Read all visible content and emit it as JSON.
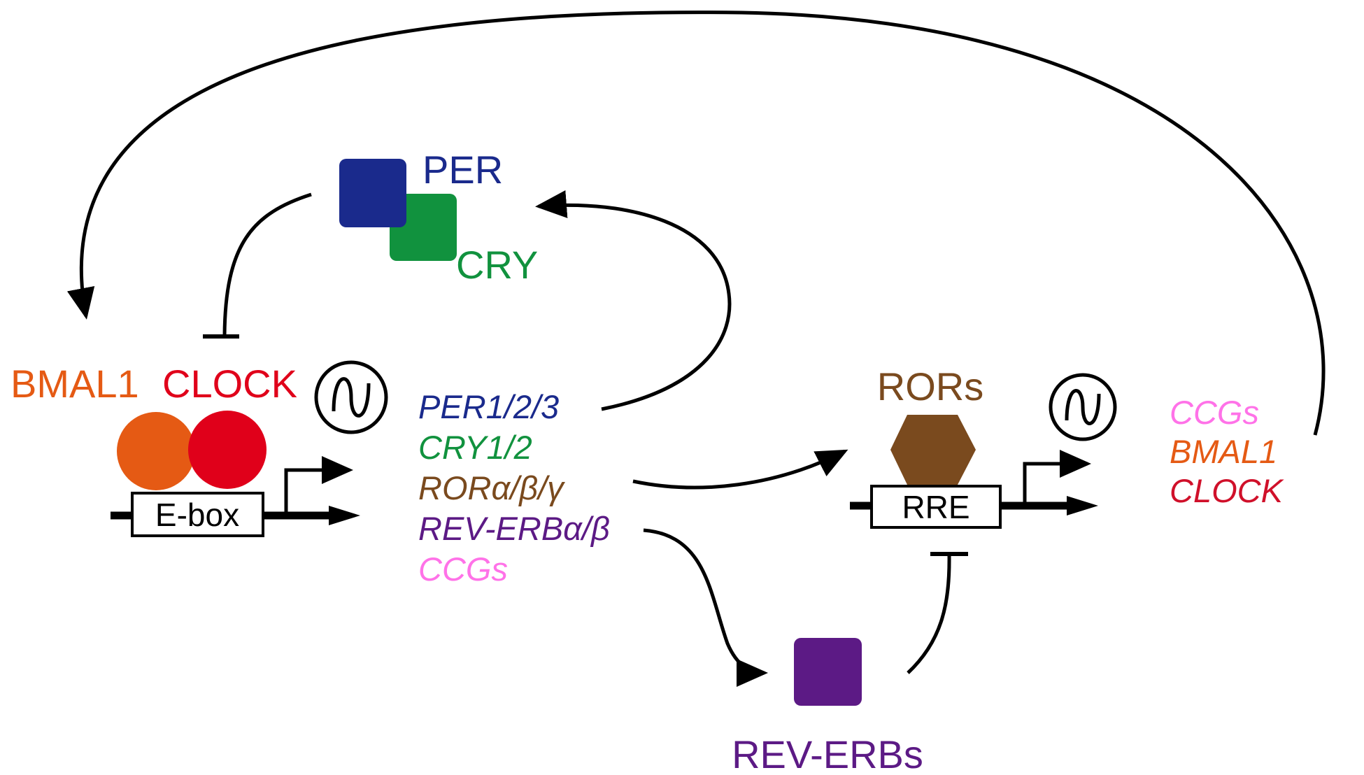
{
  "colors": {
    "per": "#1a2a8c",
    "cry": "#11923e",
    "bmal1": "#e55a14",
    "clock": "#e0001a",
    "ror": "#7a4a1e",
    "reverb": "#5c1a85",
    "ccgs": "#ff72e8",
    "clock_gene": "#d0102a",
    "line": "#000000"
  },
  "proteins": {
    "per": "PER",
    "cry": "CRY",
    "bmal1": "BMAL1",
    "clock": "CLOCK",
    "rors": "RORs",
    "reverbs": "REV-ERBs"
  },
  "promoters": {
    "ebox": "E-box",
    "rre": "RRE"
  },
  "ebox_targets": {
    "per": "PER1/2/3",
    "cry": "CRY1/2",
    "ror": "RORα/β/γ",
    "reverb": "REV-ERBα/β",
    "ccgs": "CCGs"
  },
  "rre_targets": {
    "ccgs": "CCGs",
    "bmal1": "BMAL1",
    "clock": "CLOCK"
  },
  "icons": {
    "oscillation_left": "oscillation-icon",
    "oscillation_right": "oscillation-icon"
  }
}
